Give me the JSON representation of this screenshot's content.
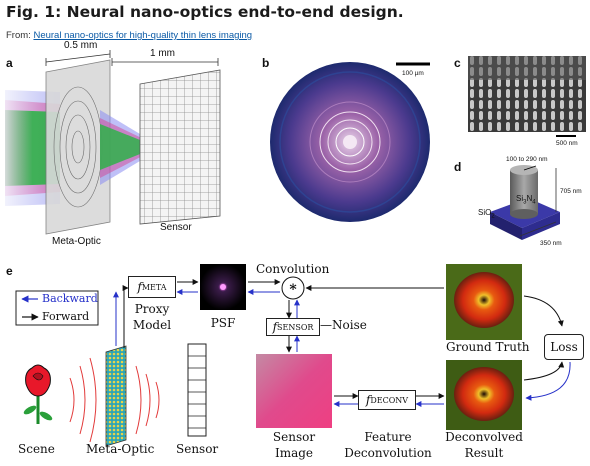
{
  "header": {
    "title": "Fig. 1: Neural nano-optics end-to-end design.",
    "from_prefix": "From:",
    "from_link": "Neural nano-optics for high-quality thin lens imaging"
  },
  "panel_a": {
    "label": "a",
    "dim_width": "0.5 mm",
    "dim_distance": "1 mm",
    "meta_optic_label": "Meta-Optic",
    "sensor_label": "Sensor"
  },
  "panel_b": {
    "label": "b",
    "scalebar": "100 µm"
  },
  "panel_c": {
    "label": "c",
    "scalebar": "500 nm"
  },
  "panel_d": {
    "label": "d",
    "diameter": "100 to 290 nm",
    "height": "705 nm",
    "pillar_material": "Si3N4",
    "pillar_main": "Si",
    "pillar_sub1": "3",
    "pillar_mid": "N",
    "pillar_sub2": "4",
    "substrate_main": "SiO",
    "substrate_sub": "2",
    "period": "350 nm"
  },
  "panel_e": {
    "label": "e",
    "legend": {
      "backward": "Backward",
      "forward": "Forward"
    },
    "f_meta_f": "f",
    "f_meta_sub": "META",
    "proxy_model_line1": "Proxy",
    "proxy_model_line2": "Model",
    "psf": "PSF",
    "convolution": "Convolution",
    "conv_symbol": "∗",
    "f_sensor_f": "f",
    "f_sensor_sub": "SENSOR",
    "noise": "Noise",
    "ground_truth": "Ground Truth",
    "loss": "Loss",
    "scene": "Scene",
    "meta_optic": "Meta-Optic",
    "sensor": "Sensor",
    "sensor_image_line1": "Sensor",
    "sensor_image_line2": "Image",
    "f_deconv_f": "f",
    "f_deconv_sub": "DECONV",
    "feature_line1": "Feature",
    "feature_line2": "Deconvolution",
    "deconvolved_line1": "Deconvolved",
    "deconvolved_line2": "Result"
  },
  "colors": {
    "backward_arrow": "#2631c9",
    "forward_arrow": "#111111",
    "link": "#0b5aa6",
    "substrate": "#2e2c8f",
    "pillar": "#7a7a7a"
  }
}
